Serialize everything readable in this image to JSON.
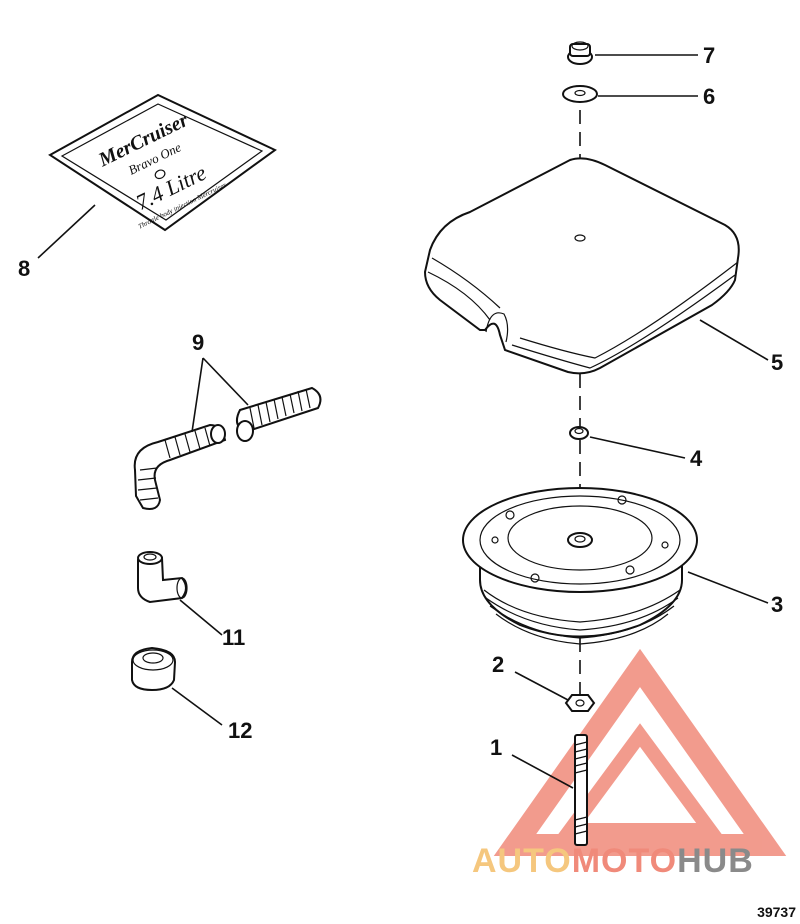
{
  "callouts": {
    "c1": "1",
    "c2": "2",
    "c3": "3",
    "c4": "4",
    "c5": "5",
    "c6": "6",
    "c7": "7",
    "c8": "8",
    "c9": "9",
    "c11": "11",
    "c12": "12"
  },
  "decal": {
    "brand": "MerCruiser",
    "line2": "Bravo One",
    "line3": "7.4 Litre",
    "line4": "Throttle body injection Mercruiser"
  },
  "watermark": {
    "part_a": "AUTO",
    "part_b": "MOTO",
    "part_c": "HUB",
    "color_a": "#f5c77e",
    "color_b": "#f08a7a",
    "color_c": "#8a8a8a",
    "triangle_color": "#f08a7a"
  },
  "document_number": "39737"
}
